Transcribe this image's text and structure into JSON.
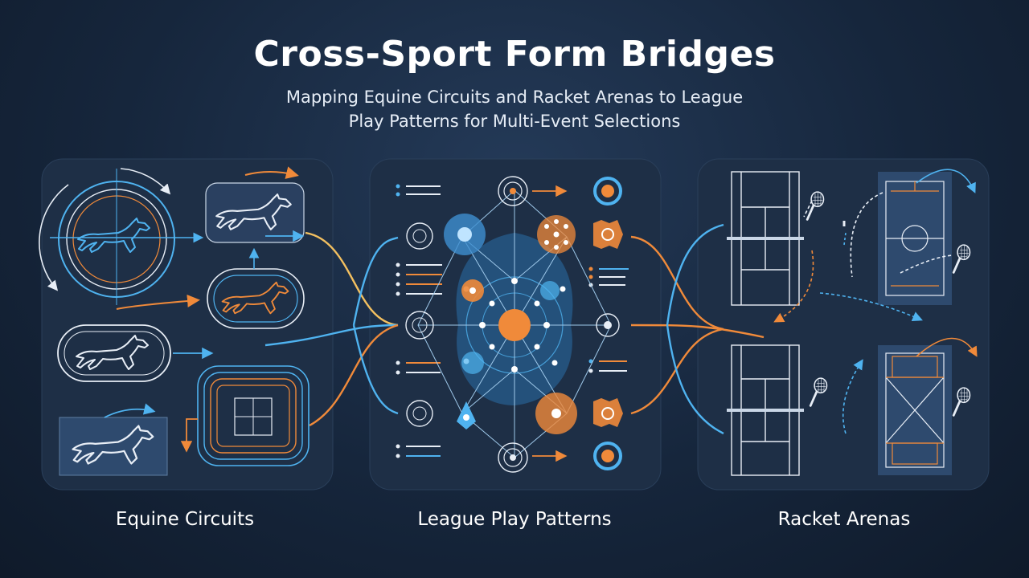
{
  "header": {
    "title": "Cross-Sport Form Bridges",
    "subtitle_line1": "Mapping Equine Circuits and Racket Arenas to League",
    "subtitle_line2": "Play Patterns for Multi-Event Selections"
  },
  "panels": [
    {
      "label": "Equine Circuits"
    },
    {
      "label": "League Play Patterns"
    },
    {
      "label": "Racket Arenas"
    }
  ],
  "colors": {
    "background": "#16263c",
    "panel": "#1f3047",
    "accent_blue": "#4fb3f0",
    "accent_orange": "#f08a3a",
    "line_white": "#e8eef6"
  },
  "icons": [
    "horse-icon",
    "tennis-racket-icon",
    "network-node-icon",
    "tennis-court-icon",
    "racetrack-icon"
  ]
}
